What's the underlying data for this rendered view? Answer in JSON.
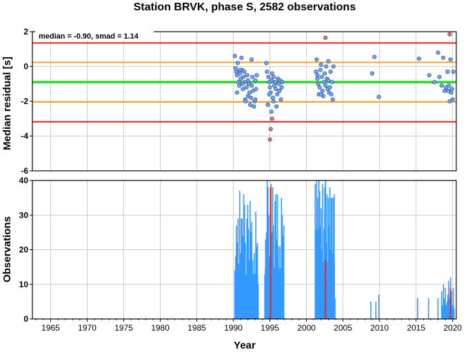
{
  "title": "Station BRVK, phase S, 2582 observations",
  "colors": {
    "threshold_red": "#e8201c",
    "threshold_orange": "#f5a623",
    "median_green": "#22e022",
    "point_blue": "#6fa8f0",
    "point_outlier": "#f2706a",
    "bar_blue": "#3399ff",
    "bar_red": "#e8201c",
    "grid": "#bfbfbf"
  },
  "chart_data": [
    {
      "type": "scatter",
      "panel": "top",
      "xlabel": "",
      "ylabel": "Median residual [s]",
      "xlim": [
        1962.5,
        2020.5
      ],
      "ylim": [
        -6,
        2
      ],
      "yticks": [
        2,
        0,
        -2,
        -4,
        -6
      ],
      "grid": true,
      "annotation": "median = -0.90, smad = 1.14",
      "hlines": [
        {
          "value": 1.35,
          "color": "threshold_red"
        },
        {
          "value": 0.24,
          "color": "threshold_orange"
        },
        {
          "value": -0.9,
          "color": "median_green"
        },
        {
          "value": -2.04,
          "color": "threshold_orange"
        },
        {
          "value": -3.18,
          "color": "threshold_red"
        }
      ],
      "series": [
        {
          "color": "point_blue",
          "points": [
            [
              1990.2,
              0.6
            ],
            [
              1990.3,
              -0.1
            ],
            [
              1990.4,
              -0.3
            ],
            [
              1990.5,
              -0.5
            ],
            [
              1990.6,
              0.2
            ],
            [
              1990.7,
              -0.9
            ],
            [
              1990.8,
              -1.1
            ],
            [
              1990.5,
              -1.5
            ],
            [
              1990.9,
              -0.4
            ],
            [
              1991.0,
              -0.7
            ],
            [
              1991.1,
              0.5
            ],
            [
              1991.2,
              -0.2
            ],
            [
              1991.3,
              -1.3
            ],
            [
              1991.4,
              -0.6
            ],
            [
              1991.5,
              -0.9
            ],
            [
              1991.6,
              -1.9
            ],
            [
              1991.7,
              -2.0
            ],
            [
              1991.8,
              -1.2
            ],
            [
              1991.9,
              -0.5
            ],
            [
              1992.0,
              -0.8
            ],
            [
              1991.5,
              -0.3
            ],
            [
              1992.1,
              -1.0
            ],
            [
              1992.2,
              -1.5
            ],
            [
              1992.3,
              -2.2
            ],
            [
              1992.4,
              -1.8
            ],
            [
              1992.5,
              -1.1
            ],
            [
              1992.6,
              -0.6
            ],
            [
              1992.7,
              -1.4
            ],
            [
              1992.8,
              -2.3
            ],
            [
              1992.9,
              -2.0
            ],
            [
              1993.0,
              -0.8
            ],
            [
              1993.1,
              -1.3
            ],
            [
              1993.2,
              -0.5
            ],
            [
              1992.5,
              0.4
            ],
            [
              1991.3,
              -1.0
            ],
            [
              1990.9,
              -0.2
            ],
            [
              1992.0,
              -1.7
            ],
            [
              1993.0,
              -1.9
            ],
            [
              1994.5,
              0.2
            ],
            [
              1994.6,
              -0.3
            ],
            [
              1994.7,
              -2.2
            ],
            [
              1994.8,
              -0.6
            ],
            [
              1994.9,
              -0.9
            ],
            [
              1995.0,
              -1.2
            ],
            [
              1995.1,
              -1.5
            ],
            [
              1995.2,
              -0.8
            ],
            [
              1995.3,
              -0.4
            ],
            [
              1995.4,
              -1.8
            ],
            [
              1995.5,
              -2.0
            ],
            [
              1995.6,
              -1.1
            ],
            [
              1995.7,
              -0.9
            ],
            [
              1995.8,
              -1.3
            ],
            [
              1995.9,
              -2.3
            ],
            [
              1996.0,
              -1.6
            ],
            [
              1996.1,
              -0.7
            ],
            [
              1996.2,
              -1.0
            ],
            [
              1996.3,
              -1.4
            ],
            [
              1996.4,
              -0.8
            ],
            [
              1996.5,
              -1.9
            ],
            [
              1996.6,
              -1.2
            ],
            [
              1996.7,
              -0.9
            ],
            [
              1995.2,
              -2.6
            ],
            [
              1994.9,
              -1.6
            ],
            [
              1995.5,
              -0.6
            ],
            [
              2001.3,
              -0.3
            ],
            [
              2001.4,
              0.4
            ],
            [
              2001.5,
              -0.5
            ],
            [
              2001.6,
              -1.0
            ],
            [
              2001.7,
              -1.6
            ],
            [
              2001.8,
              -1.2
            ],
            [
              2001.9,
              -0.2
            ],
            [
              2002.0,
              0.1
            ],
            [
              2002.1,
              -0.6
            ],
            [
              2002.2,
              -1.4
            ],
            [
              2002.3,
              -1.7
            ],
            [
              2002.4,
              -0.9
            ],
            [
              2002.5,
              -0.4
            ],
            [
              2002.6,
              -1.1
            ],
            [
              2002.7,
              0.0
            ],
            [
              2002.8,
              -0.7
            ],
            [
              2002.9,
              -1.3
            ],
            [
              2003.0,
              -0.8
            ],
            [
              2003.1,
              -1.5
            ],
            [
              2003.2,
              -1.2
            ],
            [
              2003.3,
              -0.3
            ],
            [
              2003.4,
              -1.6
            ],
            [
              2003.5,
              -0.9
            ],
            [
              2003.6,
              -1.9
            ],
            [
              2003.7,
              0.0
            ],
            [
              2002.0,
              -1.6
            ],
            [
              2001.5,
              -0.7
            ],
            [
              2003.0,
              0.3
            ],
            [
              2009.0,
              -0.4
            ],
            [
              2009.3,
              0.55
            ],
            [
              2009.9,
              -1.75
            ],
            [
              2015.4,
              0.45
            ],
            [
              2016.8,
              -0.5
            ],
            [
              2017.5,
              -0.9
            ],
            [
              2018.0,
              0.8
            ],
            [
              2018.2,
              -0.6
            ],
            [
              2018.5,
              -1.1
            ],
            [
              2018.7,
              0.5
            ],
            [
              2018.9,
              -1.4
            ],
            [
              2019.1,
              -1.2
            ],
            [
              2019.3,
              -0.3
            ],
            [
              2019.5,
              -1.1
            ],
            [
              2019.6,
              -2.0
            ],
            [
              2019.7,
              0.4
            ],
            [
              2019.8,
              -1.5
            ],
            [
              2019.9,
              -1.3
            ],
            [
              2020.0,
              -1.9
            ],
            [
              2020.1,
              -0.3
            ],
            [
              2019.4,
              -1.4
            ]
          ]
        },
        {
          "color": "point_outlier",
          "points": [
            [
              1995.3,
              -3.0
            ],
            [
              1995.1,
              -3.6
            ],
            [
              1995.0,
              -4.2
            ],
            [
              2002.6,
              1.65
            ],
            [
              2019.6,
              1.85
            ]
          ]
        }
      ]
    },
    {
      "type": "bar",
      "panel": "bottom",
      "xlabel": "Year",
      "ylabel": "Observations",
      "xlim": [
        1962.5,
        2020.5
      ],
      "ylim": [
        0,
        40
      ],
      "yticks": [
        40,
        30,
        20,
        10,
        0
      ],
      "xticks": [
        "1965",
        "1970",
        "1975",
        "1980",
        "1985",
        "1990",
        "1995",
        "2000",
        "2005",
        "2010",
        "2015",
        "2020"
      ],
      "grid": true,
      "clusters": [
        {
          "start": 1990.2,
          "end": 1993.4,
          "heights": [
            14,
            18,
            27,
            22,
            29,
            16,
            37,
            19,
            29,
            29,
            24,
            36,
            33,
            22,
            13,
            29,
            33,
            26,
            17,
            34,
            25,
            28,
            17,
            12,
            19,
            13,
            31,
            21,
            22,
            10
          ]
        },
        {
          "start": 1994.3,
          "end": 1996.9,
          "heights": [
            13,
            23,
            25,
            40,
            38,
            30,
            18,
            31,
            39,
            25,
            38,
            27,
            13,
            34,
            36,
            23,
            36,
            21,
            14,
            21,
            9,
            35,
            30,
            24,
            27
          ]
        },
        {
          "start": 2001.2,
          "end": 2003.9,
          "heights": [
            39,
            26,
            40,
            35,
            26,
            40,
            37,
            27,
            32,
            20,
            39,
            13,
            26,
            38,
            40,
            22,
            36,
            16,
            35,
            27,
            38,
            20,
            35,
            35,
            19,
            35,
            36,
            6
          ]
        },
        {
          "start": 2008.8,
          "end": 2008.9,
          "heights": [
            5
          ]
        },
        {
          "start": 2009.5,
          "end": 2009.6,
          "heights": [
            5
          ]
        },
        {
          "start": 2009.9,
          "end": 2010.0,
          "heights": [
            7
          ]
        },
        {
          "start": 2015.2,
          "end": 2015.3,
          "heights": [
            6
          ]
        },
        {
          "start": 2016.7,
          "end": 2016.8,
          "heights": [
            6
          ]
        },
        {
          "start": 2018.0,
          "end": 2018.1,
          "heights": [
            6
          ]
        },
        {
          "start": 2018.5,
          "end": 2020.2,
          "heights": [
            8,
            3,
            10,
            6,
            9,
            4,
            5,
            7,
            11,
            6,
            12,
            8,
            4,
            9,
            3
          ]
        }
      ],
      "red_bars": [
        {
          "x": 1995.1,
          "value": 38
        },
        {
          "x": 2002.6,
          "value": 17
        },
        {
          "x": 2019.7,
          "value": 9
        }
      ]
    }
  ]
}
